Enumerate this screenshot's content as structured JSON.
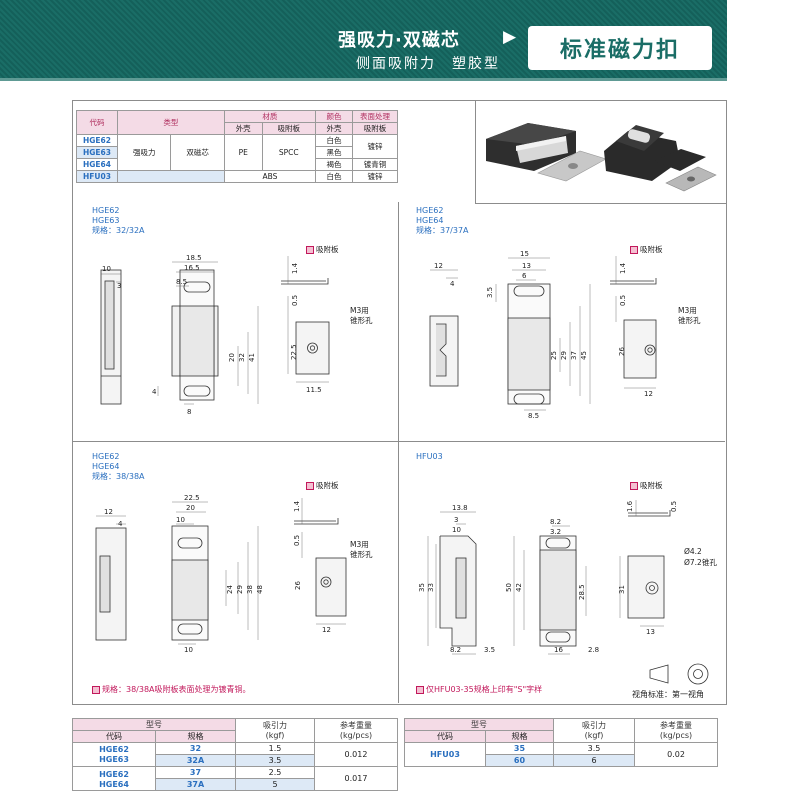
{
  "header": {
    "title": "强吸力·双磁芯",
    "arrow": "▶",
    "subtitle": "侧面吸附力　塑胶型",
    "badge": "标准磁力扣"
  },
  "spec_table": {
    "h_code": "代码",
    "h_type": "类型",
    "h_material": "材质",
    "h_color": "颜色",
    "h_surface": "表面处理",
    "h_shell": "外壳",
    "h_plate": "吸附板",
    "h_shell2": "外壳",
    "h_plate2": "吸附板",
    "codes": [
      "HGE62",
      "HGE63",
      "HGE64",
      "HFU03"
    ],
    "type1": "强吸力",
    "type2": "双磁芯",
    "pe": "PE",
    "spcc": "SPCC",
    "abs": "ABS",
    "colors": [
      "白色",
      "黑色",
      "褐色",
      "白色"
    ],
    "surf1": "镀锌",
    "surf2": "镀青铜",
    "surf3": "镀锌"
  },
  "q1": {
    "l1": "HGE62",
    "l2": "HGE63",
    "l3": "规格：32/32A"
  },
  "q2": {
    "l1": "HGE62",
    "l2": "HGE64",
    "l3": "规格：37/37A"
  },
  "q3": {
    "l1": "HGE62",
    "l2": "HGE64",
    "l3": "规格：38/38A"
  },
  "q4": {
    "l1": "HFU03"
  },
  "plate_label": "吸附板",
  "m3_a": "M3用",
  "m3_b": "锥形孔",
  "hole_a": "Ø4.2",
  "hole_b": "Ø7.2锥孔",
  "dims1": {
    "d10": "10",
    "d3": "3",
    "d185": "18.5",
    "d165": "16.5",
    "d85": "8.5",
    "d20": "20",
    "d32": "32",
    "d41": "41",
    "d4": "4",
    "d8": "8",
    "d14": "1.4",
    "d05": "0.5",
    "d225": "22.5",
    "d115": "11.5"
  },
  "dims2": {
    "d12": "12",
    "d4": "4",
    "d15": "15",
    "d13": "13",
    "d6": "6",
    "d35": "3.5",
    "d25": "25",
    "d29": "29",
    "d37": "37",
    "d45": "45",
    "d85": "8.5",
    "d14": "1.4",
    "d05": "0.5",
    "d26": "26",
    "d12b": "12"
  },
  "dims3": {
    "d12": "12",
    "d4": "4",
    "d225": "22.5",
    "d20": "20",
    "d10": "10",
    "d24": "24",
    "d29": "29",
    "d38": "38",
    "d48": "48",
    "d10b": "10",
    "d14": "1.4",
    "d05": "0.5",
    "d26": "26",
    "d12b": "12"
  },
  "dims4": {
    "d138": "13.8",
    "d3": "3",
    "d10": "10",
    "d35": "35",
    "d33": "33",
    "d82": "8.2",
    "d32": "3.2",
    "d50": "50",
    "d42": "42",
    "d285": "28.5",
    "d16": "16",
    "d28": "2.8",
    "d82b": "8.2",
    "d35b": "3.5",
    "d16b": "1.6",
    "d05": "0.5",
    "d31": "31",
    "d13": "13"
  },
  "note1": "规格：38/38A吸附板表面处理为镀青铜。",
  "note2": "仅HFU03-35规格上印有\"S\"字样",
  "view_label": "视角标准：第一视角",
  "bottom_left": {
    "h_model": "型号",
    "h_code": "代码",
    "h_spec": "规格",
    "h_force": "吸引力",
    "h_force_unit": "(kgf)",
    "h_weight": "参考重量",
    "h_weight_unit": "(kg/pcs)",
    "g1_code_a": "HGE62",
    "g1_code_b": "HGE63",
    "g1_rows": [
      [
        "32",
        "1.5"
      ],
      [
        "32A",
        "3.5"
      ]
    ],
    "g1_weight": "0.012",
    "g2_code_a": "HGE62",
    "g2_code_b": "HGE64",
    "g2_rows": [
      [
        "37",
        "2.5"
      ],
      [
        "37A",
        "5"
      ]
    ],
    "g2_weight": "0.017"
  },
  "bottom_right": {
    "h_model": "型号",
    "h_code": "代码",
    "h_spec": "规格",
    "h_force": "吸引力",
    "h_force_unit": "(kgf)",
    "h_weight": "参考重量",
    "h_weight_unit": "(kg/pcs)",
    "code": "HFU03",
    "rows": [
      [
        "35",
        "3.5"
      ],
      [
        "60",
        "6"
      ]
    ],
    "weight": "0.02"
  }
}
